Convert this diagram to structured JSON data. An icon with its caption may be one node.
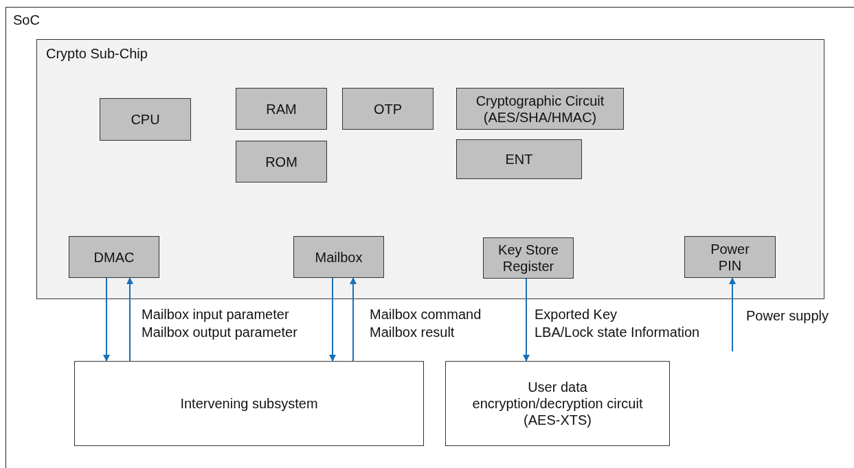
{
  "diagram": {
    "nodes": [
      {
        "text": [
          "SoC"
        ]
      },
      {
        "text": [
          "Crypto Sub-Chip"
        ],
        "in": 0
      },
      {
        "text": [
          "CPU"
        ],
        "in": 1
      },
      {
        "text": [
          "RAM"
        ],
        "in": 1
      },
      {
        "text": [
          "OTP"
        ],
        "in": 1
      },
      {
        "text": [
          "Cryptographic Circuit (AES/SHA/HMAC)"
        ],
        "in": 1
      },
      {
        "text": [
          "ROM"
        ],
        "in": 1
      },
      {
        "text": [
          "ENT"
        ],
        "in": 1
      },
      {
        "text": [
          "DMAC"
        ],
        "in": 1
      },
      {
        "text": [
          "Mailbox"
        ],
        "in": 1
      },
      {
        "text": [
          "Key Store Register"
        ],
        "in": 1
      },
      {
        "text": [
          "Power PIN"
        ],
        "in": 1
      },
      {
        "text": [
          "Intervening subsystem"
        ],
        "in": 0
      },
      {
        "text": [
          "User data encryption/decryption circuit (AES-XTS)"
        ],
        "in": 0
      }
    ],
    "edges": [
      {
        "from": 8,
        "to": 12,
        "arrow": "to",
        "label": "Mailbox input parameter"
      },
      {
        "from": 12,
        "to": 8,
        "arrow": "to",
        "label": "Mailbox output parameter"
      },
      {
        "from": 9,
        "to": 12,
        "arrow": "to",
        "label": "Mailbox command"
      },
      {
        "from": 12,
        "to": 9,
        "arrow": "to",
        "label": "Mailbox result"
      },
      {
        "from": 10,
        "to": 13,
        "arrow": "to",
        "label": "Exported Key"
      },
      {
        "from": null,
        "to": 11,
        "arrow": "to",
        "label": "Power supply"
      }
    ],
    "labels": [
      "LBA/Lock state Information"
    ]
  }
}
